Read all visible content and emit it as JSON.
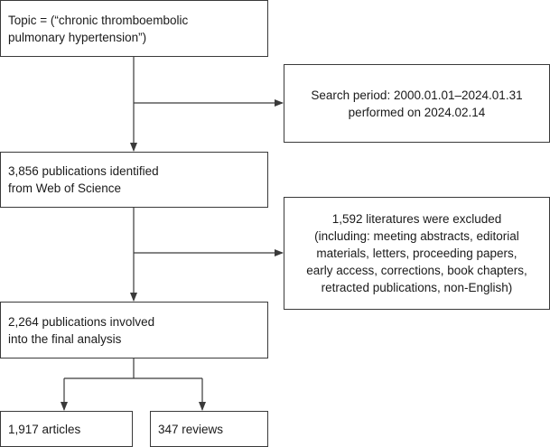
{
  "diagram": {
    "topic_box": "Topic = (“chronic thromboembolic\npulmonary hypertension”)",
    "search_box": "Search period: 2000.01.01–2024.01.31\nperformed on 2024.02.14",
    "identified_box": "3,856 publications identified\nfrom Web of Science",
    "excluded_box": "1,592 literatures were excluded\n(including: meeting abstracts, editorial\nmaterials, letters, proceeding papers,\nearly access, corrections, book chapters,\nretracted publications, non-English)",
    "final_box": "2,264 publications involved\ninto the final analysis",
    "articles_box": "1,917 articles",
    "reviews_box": "347 reviews"
  }
}
